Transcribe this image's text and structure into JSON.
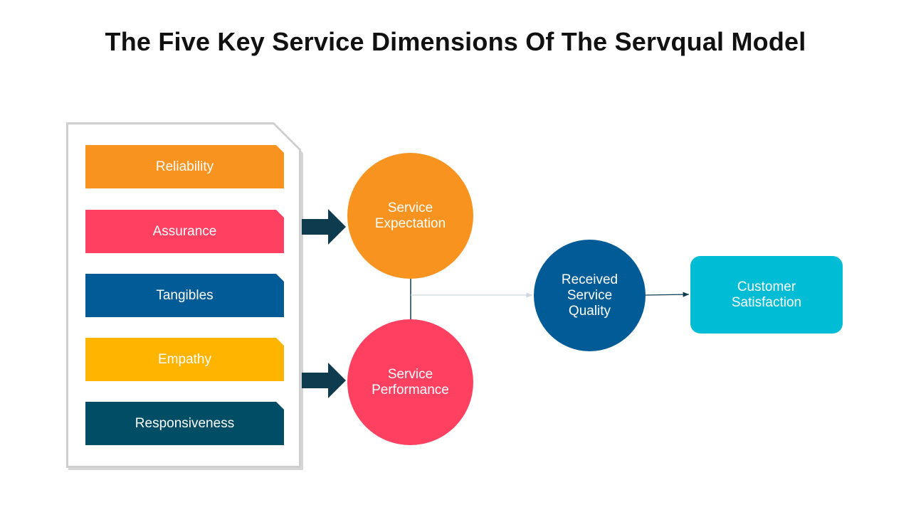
{
  "title": "The Five Key Service Dimensions Of The Servqual Model",
  "dimensions": [
    {
      "label": "Reliability",
      "color": "#F7931E"
    },
    {
      "label": "Assurance",
      "color": "#FF4060"
    },
    {
      "label": "Tangibles",
      "color": "#005B96"
    },
    {
      "label": "Empathy",
      "color": "#FFB400"
    },
    {
      "label": "Responsiveness",
      "color": "#004D66"
    }
  ],
  "service_expectation": {
    "label": "Service\nExpectation",
    "color": "#F7931E"
  },
  "service_performance": {
    "label": "Service\nPerformance",
    "color": "#FF4060"
  },
  "received_quality": {
    "label": "Received\nService\nQuality",
    "color": "#005B96"
  },
  "customer_satisfaction": {
    "label": "Customer\nSatisfaction",
    "color": "#00BCD4"
  },
  "arrow_color": "#0E3B4E"
}
